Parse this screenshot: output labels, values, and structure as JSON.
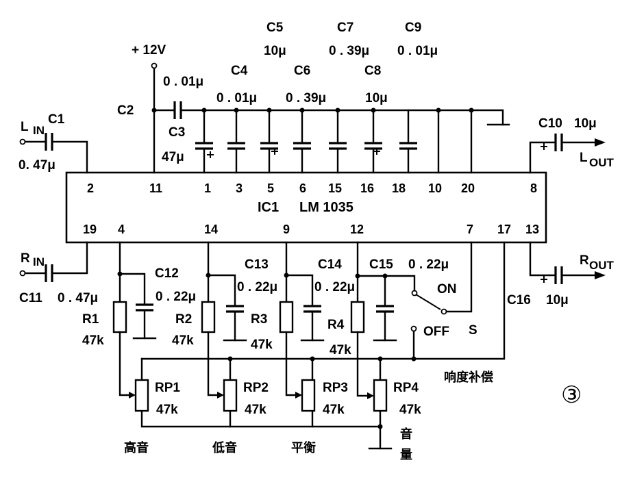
{
  "figure_number": "③",
  "ic": {
    "ref": "IC1",
    "part": "LM 1035"
  },
  "supply": "+ 12V",
  "pins_top": [
    "2",
    "11",
    "1",
    "3",
    "5",
    "6",
    "15",
    "16",
    "18",
    "10",
    "20",
    "8"
  ],
  "pins_bottom": [
    "19",
    "4",
    "14",
    "9",
    "12",
    "7",
    "17",
    "13"
  ],
  "signals": {
    "l_in": {
      "main": "L",
      "sub": "IN"
    },
    "r_in": {
      "main": "R",
      "sub": "IN"
    },
    "l_out": {
      "main": "L",
      "sub": "OUT"
    },
    "r_out": {
      "main": "R",
      "sub": "OUT"
    }
  },
  "capacitors": {
    "c1": {
      "ref": "C1",
      "value": "0. 47μ"
    },
    "c2": {
      "ref": "C2",
      "value": "0 . 01μ"
    },
    "c3": {
      "ref": "C3",
      "value": "47μ"
    },
    "c4": {
      "ref": "C4",
      "value": "0 . 01μ"
    },
    "c5": {
      "ref": "C5",
      "value": "10μ"
    },
    "c6": {
      "ref": "C6",
      "value": "0 . 39μ"
    },
    "c7": {
      "ref": "C7",
      "value": "0 . 39μ"
    },
    "c8": {
      "ref": "C8",
      "value": "10μ"
    },
    "c9": {
      "ref": "C9",
      "value": "0 . 01μ"
    },
    "c10": {
      "ref": "C10",
      "value": "10μ"
    },
    "c11": {
      "ref": "C11",
      "value": "0 . 47μ"
    },
    "c12": {
      "ref": "C12",
      "value": "0 . 22μ"
    },
    "c13": {
      "ref": "C13",
      "value": "0 . 22μ"
    },
    "c14": {
      "ref": "C14",
      "value": "0 . 22μ"
    },
    "c15": {
      "ref": "C15",
      "value": "0 . 22μ"
    },
    "c16": {
      "ref": "C16",
      "value": "10μ"
    }
  },
  "resistors": {
    "r1": {
      "ref": "R1",
      "value": "47k"
    },
    "r2": {
      "ref": "R2",
      "value": "47k"
    },
    "r3": {
      "ref": "R3",
      "value": "47k"
    },
    "r4": {
      "ref": "R4",
      "value": "47k"
    }
  },
  "pots": {
    "rp1": {
      "ref": "RP1",
      "value": "47k",
      "function": "高音"
    },
    "rp2": {
      "ref": "RP2",
      "value": "47k",
      "function": "低音"
    },
    "rp3": {
      "ref": "RP3",
      "value": "47k",
      "function": "平衡"
    },
    "rp4": {
      "ref": "RP4",
      "value": "47k",
      "function": [
        "音",
        "量"
      ]
    }
  },
  "switch": {
    "ref": "S",
    "on": "ON",
    "off": "OFF"
  },
  "loudness_label": "响度补偿"
}
